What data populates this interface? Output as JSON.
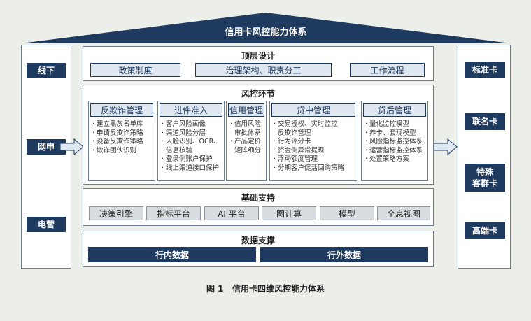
{
  "title": "信用卡风控能力体系",
  "left_channels": [
    "线下",
    "网申",
    "电营"
  ],
  "right_cards": [
    "标准卡",
    "联名卡",
    "特殊\n客群卡",
    "高端卡"
  ],
  "top_design": {
    "title": "顶层设计",
    "items": [
      "政策制度",
      "治理架构、职责分工",
      "工作流程"
    ]
  },
  "risk_links": {
    "title": "风控环节",
    "boxes": [
      {
        "title": "反欺诈管理",
        "items": [
          "· 建立黑灰名单库",
          "· 申请反欺诈策略",
          "· 设备反欺诈策略",
          "· 欺诈团伙识别"
        ]
      },
      {
        "title": "进件准入",
        "items": [
          "· 客户风险画像",
          "· 渠道风险分层",
          "· 人脸识别、OCR、",
          "  信息核验",
          "· 登录侧账户保护",
          "· 线上渠道接口保护"
        ]
      },
      {
        "title": "信用管理",
        "items": [
          "· 信用风险",
          "  审批体系",
          "· 产品定价",
          "  矩阵细分"
        ]
      },
      {
        "title": "贷中管理",
        "items": [
          "· 交易授权、实时监控",
          "  反欺诈管理",
          "· 行为评分卡",
          "· 资金侧异常提现",
          "· 浮动额度管理",
          "· 分期客户促活回购策略"
        ]
      },
      {
        "title": "贷后管理",
        "items": [
          "· 量化监控模型",
          "· 养卡、套现模型",
          "· 风险指标监控体系",
          "· 运营指标监控体系",
          "· 处置策略方案"
        ]
      }
    ]
  },
  "infra": {
    "title": "基础支持",
    "items": [
      "决策引擎",
      "指标平台",
      "AI 平台",
      "图计算",
      "模型",
      "全息视图"
    ]
  },
  "data_support": {
    "title": "数据支撑",
    "items": [
      "行内数据",
      "行外数据"
    ]
  },
  "caption": "图 1   信用卡四维风控能力体系",
  "colors": {
    "navy": "#1f3a5f",
    "light_blue": "#dfe7f1",
    "gray_pill": "#d9dcdf",
    "background": "#eceeea"
  }
}
